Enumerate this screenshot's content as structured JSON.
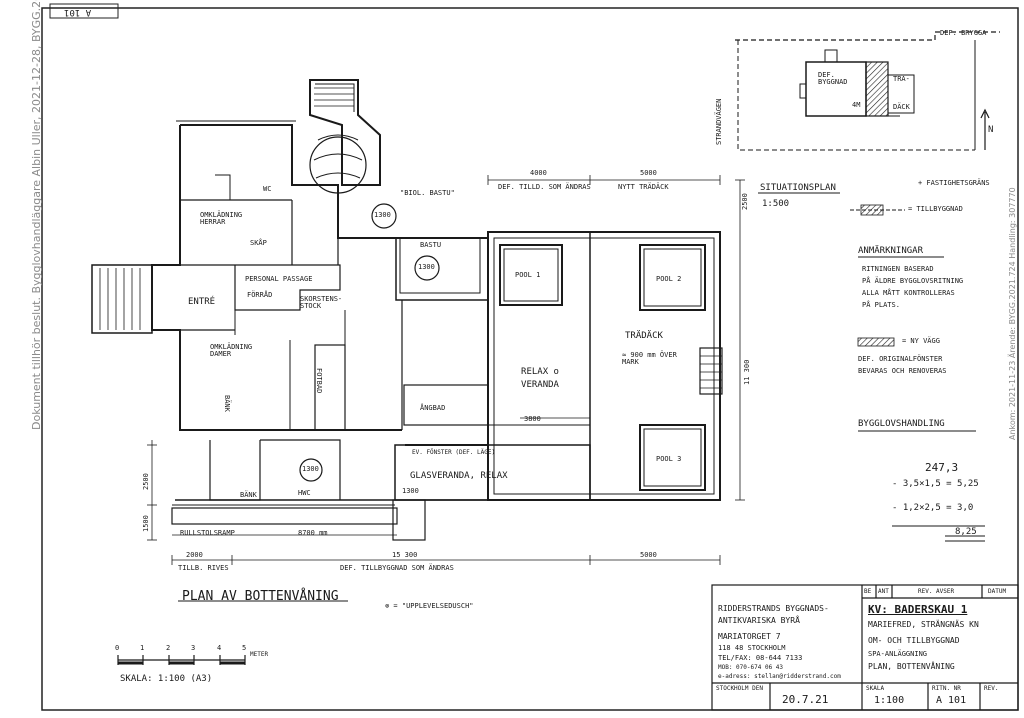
{
  "sheet": {
    "corner_id": "A 101",
    "side_note_left": "Dokument tillhör beslut. Bygglovhandläggare Albin Uller, 2021-12-28, BYGG.2021.724",
    "side_note_right": "Ankom: 2021-11-23 Ärende: BYGG.2021.724 Handling: 307770"
  },
  "plan": {
    "title": "PLAN AV BOTTENVÅNING",
    "legend_note": "⊗ = \"UPPLEVELSEDUSCH\"",
    "scale_label": "SKALA: 1:100 (A3)",
    "scale_ticks": [
      "0",
      "1",
      "2",
      "3",
      "4",
      "5"
    ],
    "scale_unit": "METER",
    "rooms": {
      "omkladning_herrar": "OMKLÄDNING HERRAR",
      "wc": "WC",
      "skap": "SKÅP",
      "personal_passage": "PERSONAL PASSAGE",
      "forrad": "FÖRRÅD",
      "skorstensstock": "SKORSTENS-STOCK",
      "entre": "ENTRÉ",
      "omkladning_damer": "OMKLÄDNING DAMER",
      "fotbad": "FOTBAD",
      "bank": "BÄNK",
      "biol_bastu": "\"BIOL. BASTU\"",
      "bastu": "BASTU",
      "pool1": "POOL 1",
      "pool2": "POOL 2",
      "pool3": "POOL 3",
      "relax_veranda": "RELAX o VERANDA",
      "angbad": "ÅNGBAD",
      "tradack": "TRÄDÄCK",
      "tradack_height": "≈ 900 mm ÖVER MARK",
      "glasveranda": "GLASVERANDA, RELAX",
      "hwc": "HWC",
      "bank2": "BÄNK",
      "rullstolsramp": "RULLSTOLSRAMP"
    },
    "circles": {
      "c1": "1300",
      "c2": "1300",
      "c3": "1300"
    },
    "dims": {
      "d4000": "4000",
      "d5000_top": "5000",
      "def_tilld": "DEF. TILLD. SOM ÄNDRAS",
      "nytt_tradack": "NYTT TRÄDÄCK",
      "d2500": "2500",
      "d11300": "11 300",
      "d3800": "3800",
      "d1300": "1300",
      "d2500b": "2500",
      "d1500": "1500",
      "d8700": "8700 mm",
      "d2000": "2000",
      "d15300": "15 300",
      "d5000_bot": "5000",
      "tillb_rives": "TILLB. RIVES",
      "def_tillbyggnad": "DEF. TILLBYGGNAD SOM ÄNDRAS",
      "ev_fonster": "EV. FÖNSTER (DEF. LÄGE)"
    }
  },
  "site_plan": {
    "title": "SITUATIONSPLAN",
    "scale": "1:500",
    "def_byggnad": "DEF. BYGGNAD",
    "dim_4m": "4M",
    "trd": "TRÄ-",
    "dack": "DÄCK",
    "def_brygga": "DEF. BRYGGA",
    "strandvagen": "STRANDVÄGEN",
    "fastighetsgrans": "+ FASTIGHETSGRÄNS",
    "tillbyggnad": "= TILLBYGGNAD",
    "north": "N"
  },
  "notes": {
    "anmarkningar_title": "ANMÄRKNINGAR",
    "lines": [
      "RITNINGEN BASERAD",
      "PÅ ÄLDRE BYGGLOVSRITNING",
      "ALLA MÅTT KONTROLLERAS",
      "PÅ PLATS."
    ],
    "ny_vagg": "= NY VÄGG",
    "def_orig_line1": "DEF. ORIGINALFÖNSTER",
    "def_orig_line2": "BEVARAS OCH RENOVERAS",
    "bygglovshandling": "BYGGLOVSHANDLING"
  },
  "calc": {
    "l1": "247,3",
    "l2": "- 3,5×1,5 = 5,25",
    "l3": "- 1,2×2,5 = 3,0",
    "l4": "8,25"
  },
  "title_block": {
    "rev_headers": [
      "BE",
      "ANT",
      "REV. AVSER",
      "DATUM"
    ],
    "firm_line1": "RIDDERSTRANDS BYGGNADS-",
    "firm_line2": "ANTIKVARISKA BYRÅ",
    "address1": "MARIATORGET 7",
    "address2": "118 48 STOCKHOLM",
    "tel": "TEL/FAX: 08-644 7133",
    "mob": "MOB: 070-674 06 43",
    "email": "e-adress: stellan@ridderstrand.com",
    "project": "KV: BADERSKAU 1",
    "place": "MARIEFRED, STRÄNGNÄS KN",
    "desc1": "OM- OCH TILLBYGGNAD",
    "desc2": "SPA-ANLÄGGNING",
    "desc3": "PLAN, BOTTENVÅNING",
    "date_label": "STOCKHOLM DEN",
    "date": "20.7.21",
    "scale_label": "SKALA",
    "scale": "1:100",
    "ritn_label": "RITN. NR",
    "ritn": "A 101",
    "rev_label": "REV."
  }
}
